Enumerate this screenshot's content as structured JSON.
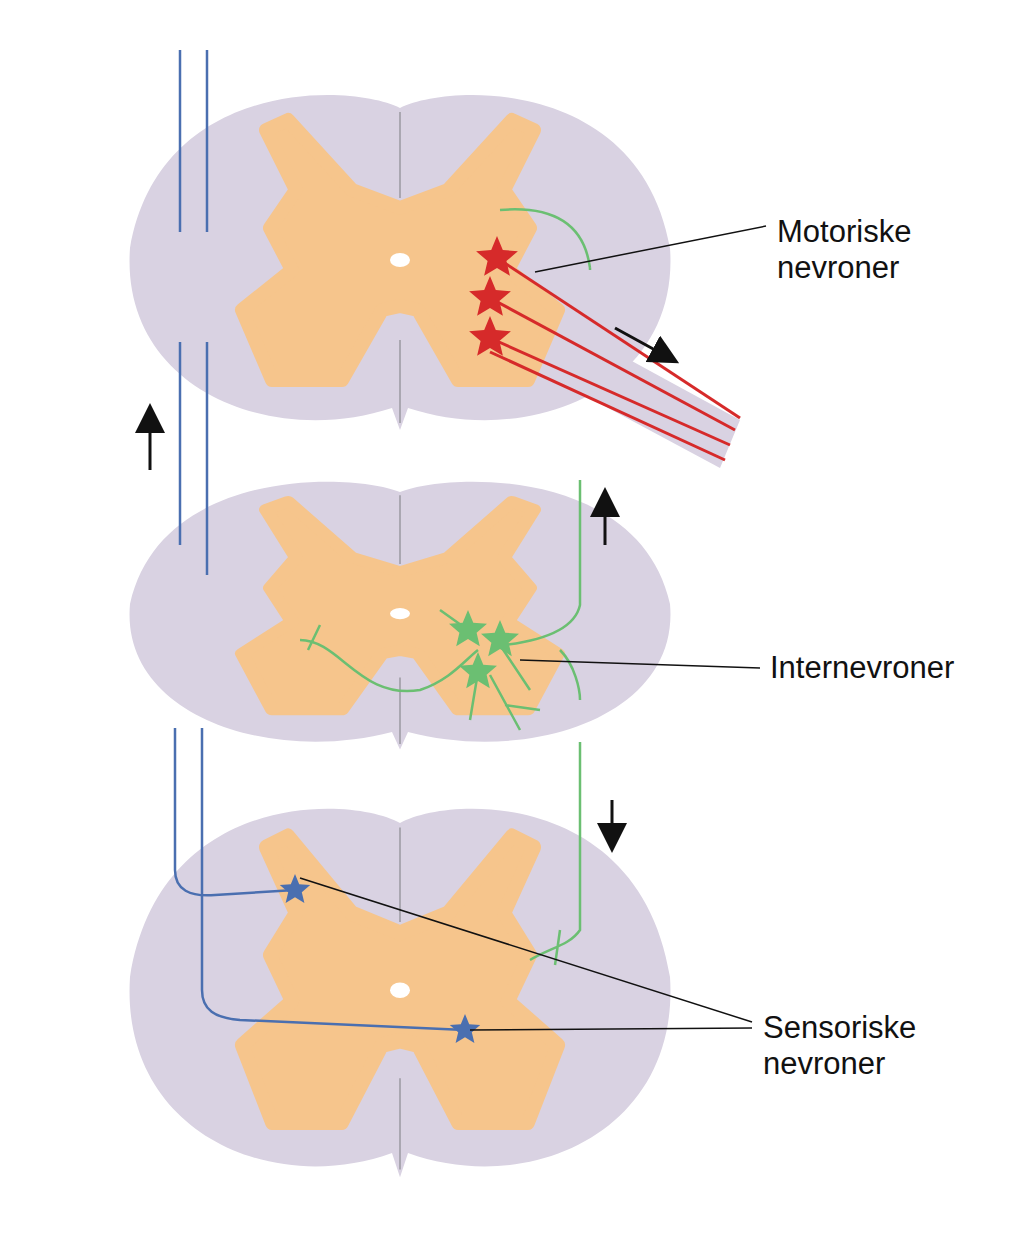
{
  "diagram": {
    "labels": [
      "Motoriske nevroner",
      "Internevroner",
      "Sensoriske nevroner"
    ]
  }
}
